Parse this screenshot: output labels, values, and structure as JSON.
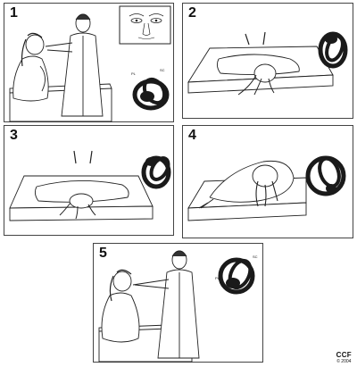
{
  "panels": [
    {
      "number": "1"
    },
    {
      "number": "2"
    },
    {
      "number": "3"
    },
    {
      "number": "4"
    },
    {
      "number": "5"
    }
  ],
  "canal_labels": {
    "panel1": {
      "left": "PL",
      "right": "SC"
    },
    "panel5": {
      "left": "PL",
      "right": "SC"
    }
  },
  "credit": {
    "org": "CCF",
    "year": "© 2004"
  },
  "colors": {
    "ink": "#111111",
    "canal_fill": "#1a1a1a",
    "paper": "#ffffff",
    "panel_border": "#444444"
  }
}
